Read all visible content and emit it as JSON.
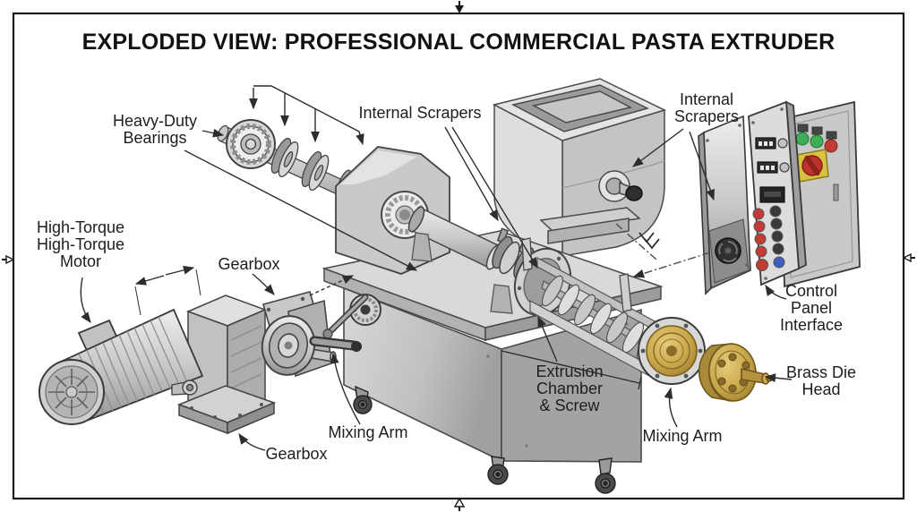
{
  "title": "EXPLODED VIEW: PROFESSIONAL COMMERCIAL PASTA EXTRUDER",
  "labels": {
    "heavy_duty_bearings": "Heavy-Duty\nBearings",
    "internal_scrapers_center": "Internal Scrapers",
    "internal_scrapers_right": "Internal\nScrapers",
    "high_torque_motor": "High-Torque\nHigh-Torque\nMotor",
    "gearbox_upper": "Gearbox",
    "control_panel_interface": "Control\nPanel\nInterface",
    "extrusion_chamber_screw": "Extrusion\nChamber\n& Screw",
    "brass_die_head": "Brass Die\nHead",
    "mixing_arm_left": "Mixing Arm",
    "gearbox_lower": "Gearbox",
    "mixing_arm_right": "Mixing Arm"
  },
  "colors": {
    "background": "#ffffff",
    "line": "#2d2d2d",
    "metal_light": "#e6e6e6",
    "metal_mid": "#c3c3c3",
    "metal_dark": "#8f8f8f",
    "brass": "#c9a84c",
    "brass_dark": "#8a6c28",
    "button_red": "#c23b34",
    "button_blue": "#3d5fbf",
    "button_black": "#3a3a3a",
    "indicator_green": "#3fae57",
    "indicator_red": "#c23b34",
    "switch_yellow": "#d9c23f",
    "display_dark": "#2e2e2e"
  }
}
